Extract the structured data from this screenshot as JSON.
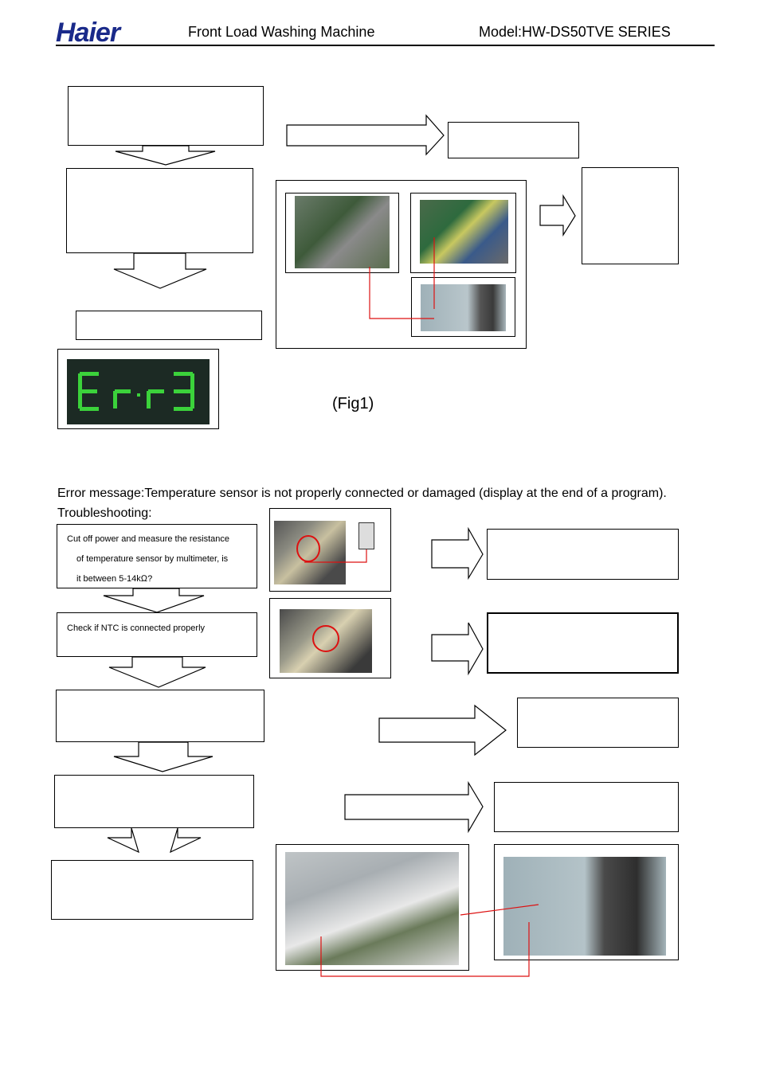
{
  "header": {
    "logo": "Haier",
    "title": "Front Load Washing Machine",
    "model": "Model:HW-DS50TVE SERIES"
  },
  "display": {
    "code": "Err3"
  },
  "fig_label": "(Fig1)",
  "section": {
    "error_message": "Error message:Temperature sensor is not properly connected or damaged (display at the end of a program).",
    "troubleshooting": "Troubleshooting:",
    "step1_lines": [
      "Cut off power and measure the resistance",
      "of temperature sensor by multimeter, is",
      "it between 5-14kΩ?"
    ],
    "step2": "Check if NTC is connected properly"
  },
  "colors": {
    "segment": "#3bd23b",
    "display_bg": "#1c2a24",
    "wire": "#d11"
  }
}
